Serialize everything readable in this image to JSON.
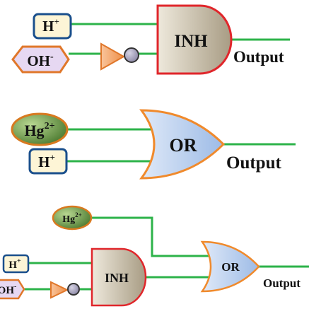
{
  "colors": {
    "wire": "#2db34a",
    "inh_stroke": "#e0262b",
    "inh_fill_light": "#eee9dc",
    "inh_fill_dark": "#a89c84",
    "or_stroke": "#f08a2c",
    "or_fill_light": "#dfe9f8",
    "or_fill_dark": "#9dbbe6",
    "h_box_fill": "#fdf5d6",
    "h_box_stroke": "#1a4f8c",
    "oh_fill": "#e6d8f2",
    "oh_stroke": "#e0772a",
    "hg_fill": "#6d9e48",
    "hg_stroke": "#d8791f",
    "inverter_fill": "#f5a569",
    "bubble_fill": "#a9a5c0"
  },
  "circuit1": {
    "input_h": {
      "base": "H",
      "charge": "+"
    },
    "input_oh": {
      "base": "OH",
      "charge": "-"
    },
    "gate_label": "INH",
    "output_label": "Output"
  },
  "circuit2": {
    "input_hg": {
      "base": "Hg",
      "charge": "2+"
    },
    "input_h": {
      "base": "H",
      "charge": "+"
    },
    "gate_label": "OR",
    "output_label": "Output"
  },
  "circuit3": {
    "input_hg": {
      "base": "Hg",
      "charge": "2+"
    },
    "input_h": {
      "base": "H",
      "charge": "+"
    },
    "input_oh": {
      "base": "OH",
      "charge": "-"
    },
    "inh_label": "INH",
    "or_label": "OR",
    "output_label": "Output"
  }
}
